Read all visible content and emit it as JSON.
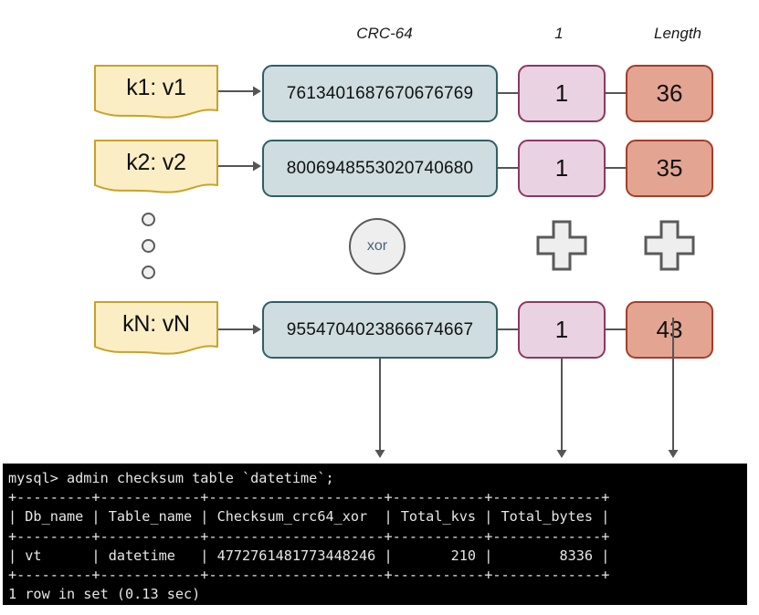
{
  "diagram": {
    "column_labels": [
      {
        "text": "CRC-64",
        "name": "label-crc64"
      },
      {
        "text": "1",
        "name": "label-one"
      },
      {
        "text": "Length",
        "name": "label-length"
      }
    ],
    "rows": [
      {
        "note": "k1: v1",
        "crc": "7613401687670676769",
        "kv": "1",
        "length": "36"
      },
      {
        "note": "k2: v2",
        "crc": "8006948553020740680",
        "kv": "1",
        "length": "35"
      },
      {
        "note": "kN: vN",
        "crc": "9554704023866674667",
        "kv": "1",
        "length": "43"
      }
    ],
    "operators": {
      "xor_label": "xor",
      "plus_kv": "plus-shape",
      "plus_len": "plus-shape",
      "ellipsis": "vertical-ellipsis-dots"
    },
    "colors": {
      "note_fill": "#fbeec5",
      "note_border": "#c9a227",
      "crc_fill": "#cfdde0",
      "crc_border": "#2e5f66",
      "kv_fill": "#e9d2e2",
      "kv_border": "#8d3862",
      "len_fill": "#e3a592",
      "len_border": "#a43d29",
      "connector": "#555555",
      "xor_text": "#47627a",
      "terminal_bg": "#000000",
      "terminal_fg": "#e6e6e6"
    }
  },
  "terminal": {
    "prompt_line": "mysql> admin checksum table `datetime`;",
    "rule_top": "+---------+------------+---------------------+-----------+-------------+",
    "header_line": "| Db_name | Table_name | Checksum_crc64_xor  | Total_kvs | Total_bytes |",
    "rule_mid": "+---------+------------+---------------------+-----------+-------------+",
    "data_line": "| vt      | datetime   | 4772761481773448246 |       210 |        8336 |",
    "rule_bottom": "+---------+------------+---------------------+-----------+-------------+",
    "status_line": "1 row in set (0.13 sec)",
    "columns": [
      "Db_name",
      "Table_name",
      "Checksum_crc64_xor",
      "Total_kvs",
      "Total_bytes"
    ],
    "row_values": [
      "vt",
      "datetime",
      "4772761481773448246",
      "210",
      "8336"
    ]
  }
}
